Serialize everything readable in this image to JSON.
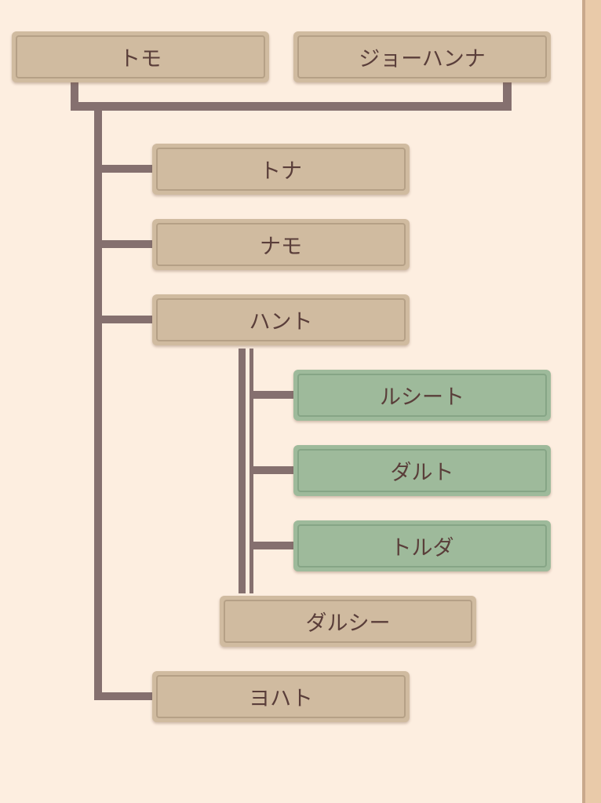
{
  "tree": {
    "parents": [
      {
        "name": "トモ",
        "status": "normal"
      },
      {
        "name": "ジョーハンナ",
        "status": "normal"
      }
    ],
    "children": [
      {
        "name": "トナ",
        "status": "normal"
      },
      {
        "name": "ナモ",
        "status": "normal"
      },
      {
        "name": "ハント",
        "status": "normal"
      },
      {
        "name": "ヨハト",
        "status": "normal"
      }
    ],
    "hunt_children": [
      {
        "name": "ルシート",
        "status": "highlighted"
      },
      {
        "name": "ダルト",
        "status": "highlighted"
      },
      {
        "name": "トルダ",
        "status": "highlighted"
      }
    ],
    "hunt_spouse": {
      "name": "ダルシー",
      "status": "normal"
    }
  },
  "colors": {
    "background": "#fdeee0",
    "node": "#d0bba0",
    "node_highlighted": "#9eba9b",
    "line": "#85706f",
    "text": "#5a3e3a"
  }
}
